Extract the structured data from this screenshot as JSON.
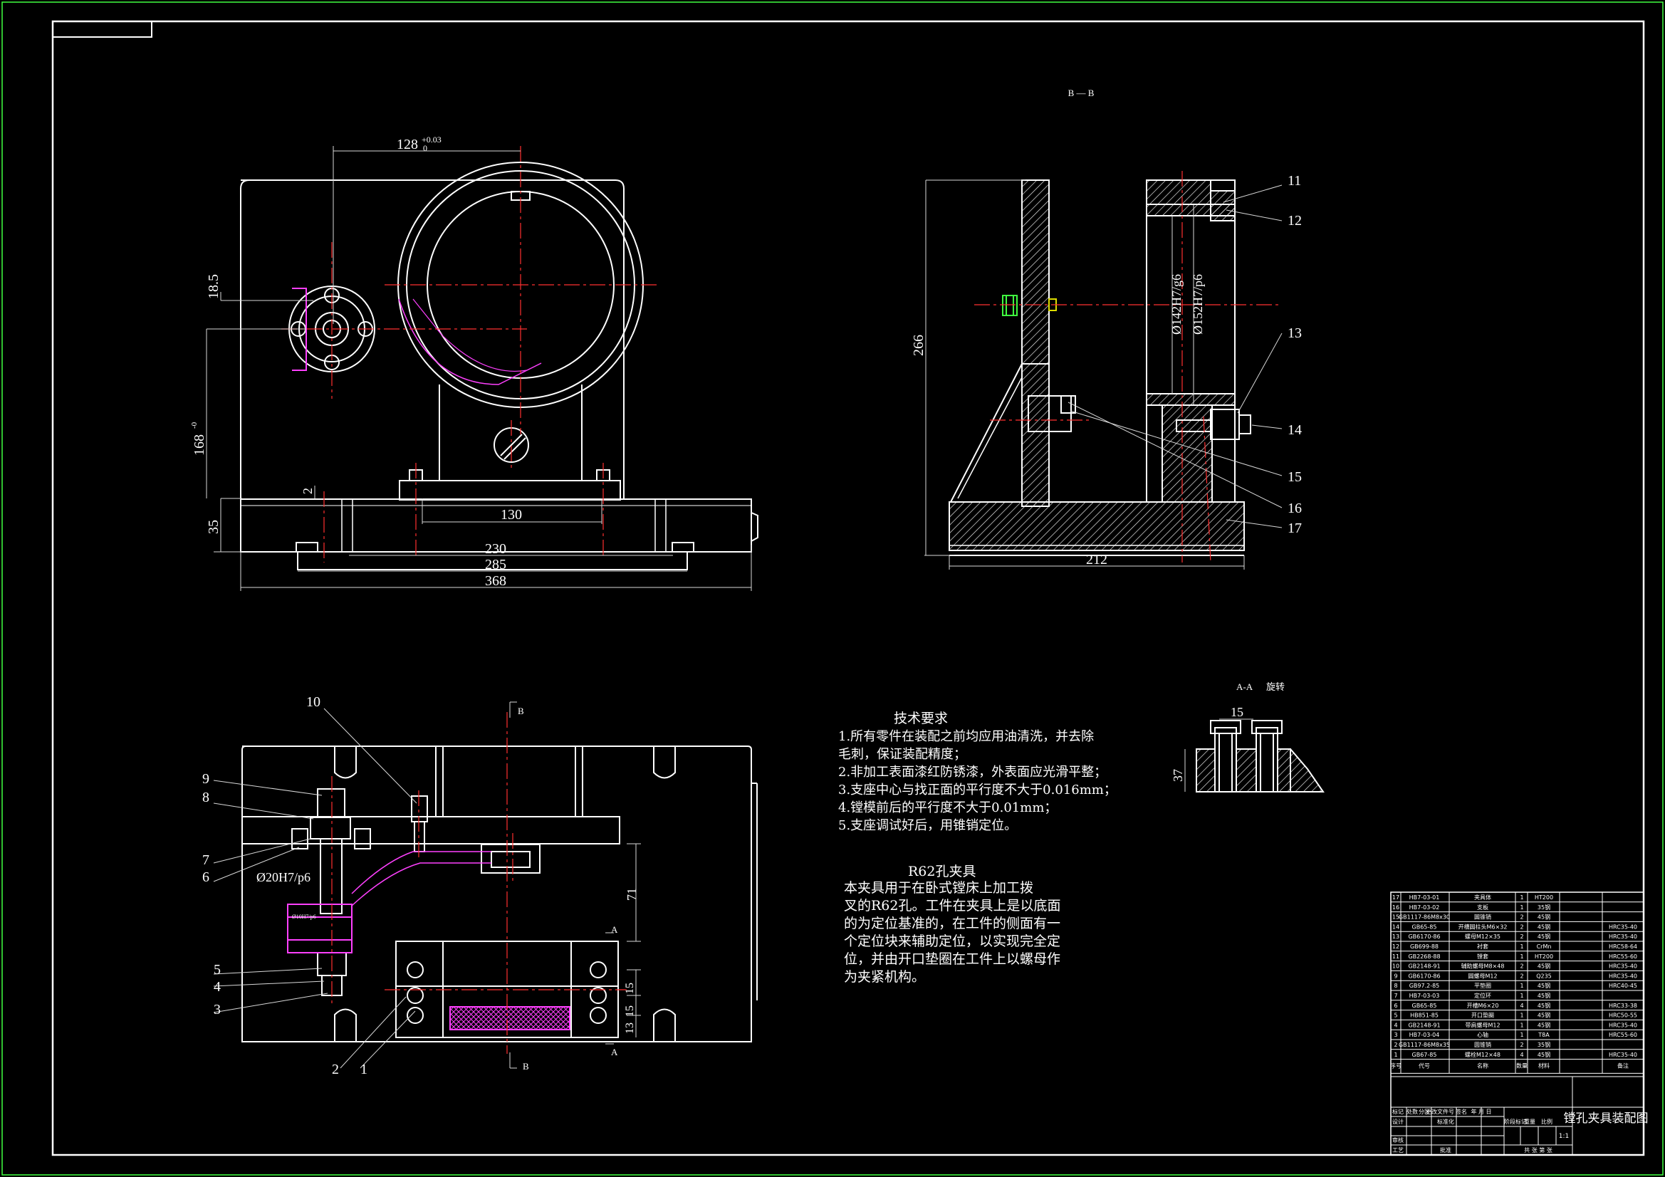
{
  "colors": {
    "background": "#000000",
    "frame": "#ffffff",
    "outline": "#ffffff",
    "centerline": "#ff3030",
    "dimension": "#d8d8d8",
    "accent_part": "#ff40ff",
    "hatch": "#e6e6e6",
    "bolt": "#dddd00",
    "pin": "#40ff40"
  },
  "views": {
    "section_bb": "B — B",
    "section_aa": "A-A",
    "section_aa_note": "旋转",
    "cut_mark_a": "A",
    "cut_mark_b": "B"
  },
  "dimensions": {
    "d128": "128",
    "d128_tol_upper": "+0.03",
    "d128_tol_lower": "0",
    "d18_5": "18.5",
    "d168": "168",
    "d168_tol": "-0",
    "d35": "35",
    "d2": "2",
    "d130": "130",
    "d230": "230",
    "d285": "285",
    "d368": "368",
    "d266": "266",
    "d212": "212",
    "fit142": "Ø142H7/g6",
    "fit152": "Ø152H7/p6",
    "fit20": "Ø20H7/p6",
    "fit10": "Ø10H7/p6",
    "d71": "71",
    "d13": "13",
    "d15_a": "15",
    "d15_b": "15",
    "d15_sec": "15",
    "d37": "37"
  },
  "balloons": {
    "front": [
      "11",
      "12",
      "13",
      "14",
      "15",
      "16",
      "17"
    ],
    "plan_left": [
      "9",
      "8",
      "7",
      "6",
      "5",
      "4",
      "3"
    ],
    "plan_top": "10",
    "plan_bottom": [
      "2",
      "1"
    ]
  },
  "tech_requirements": {
    "title": "技术要求",
    "lines": [
      "1.所有零件在装配之前均应用油清洗，并去除",
      "  毛刺，保证装配精度；",
      "2.非加工表面漆红防锈漆，外表面应光滑平整；",
      "3.支座中心与找正面的平行度不大于0.016mm；",
      "4.镗模前后的平行度不大于0.01mm；",
      "5.支座调试好后，用锥销定位。"
    ]
  },
  "fixture_note": {
    "title": "R62孔夹具",
    "lines": [
      "    本夹具用于在卧式镗床上加工拨",
      "叉的R62孔。工件在夹具上是以底面",
      "的为定位基准的，在工件的侧面有一",
      "个定位块来辅助定位，以实现完全定",
      "位，并由开口垫圈在工件上以螺母作",
      "为夹紧机构。"
    ]
  },
  "bom": {
    "rows": [
      [
        "17",
        "HB7-03-01",
        "夹具体",
        "1",
        "HT200",
        ""
      ],
      [
        "16",
        "HB7-03-02",
        "支板",
        "1",
        "35钢",
        ""
      ],
      [
        "15",
        "GB1117-86M8x30",
        "圆锥销",
        "2",
        "45钢",
        ""
      ],
      [
        "14",
        "GB65-85",
        "开槽圆柱头M6×32",
        "2",
        "45钢",
        "HRC35-40"
      ],
      [
        "13",
        "GB6170-86",
        "螺母M12×35",
        "2",
        "45钢",
        "HRC35-40"
      ],
      [
        "12",
        "GB699-88",
        "衬套",
        "1",
        "CrMn",
        "HRC58-64"
      ],
      [
        "11",
        "GB2268-88",
        "镗套",
        "1",
        "HT200",
        "HRC55-60"
      ],
      [
        "10",
        "GB2148-91",
        "辅助螺母M8×48",
        "2",
        "45钢",
        "HRC35-40"
      ],
      [
        "9",
        "GB6170-86",
        "圆螺母M12",
        "2",
        "Q235",
        "HRC35-40"
      ],
      [
        "8",
        "GB97.2-85",
        "平垫圈",
        "1",
        "45钢",
        "HRC40-45"
      ],
      [
        "7",
        "HB7-03-03",
        "定位环",
        "1",
        "45钢",
        ""
      ],
      [
        "6",
        "GB65-85",
        "开槽M6×20",
        "4",
        "45钢",
        "HRC33-38"
      ],
      [
        "5",
        "HB851-85",
        "开口垫圈",
        "1",
        "45钢",
        "HRC50-55"
      ],
      [
        "4",
        "GB2148-91",
        "带肩螺母M12",
        "1",
        "45钢",
        "HRC35-40"
      ],
      [
        "3",
        "HB7-03-04",
        "心轴",
        "1",
        "T8A",
        "HRC55-60"
      ],
      [
        "2",
        "GB1117-86M8x35",
        "圆锥销",
        "2",
        "35钢",
        ""
      ],
      [
        "1",
        "GB67-85",
        "螺栓M12×48",
        "4",
        "45钢",
        "HRC35-40"
      ]
    ],
    "header": [
      "序号",
      "代号",
      "名称",
      "数量",
      "材料",
      "备注"
    ]
  },
  "title_block": {
    "drawing_title": "镗孔夹具装配图",
    "scale": "1:1",
    "labels": [
      "标记",
      "处数",
      "分区",
      "更改文件号",
      "签名",
      "年 月 日",
      "设计",
      "标准化",
      "审核",
      "工艺",
      "批准",
      "阶段标记",
      "重量",
      "比例",
      "共 张 第 张"
    ]
  }
}
